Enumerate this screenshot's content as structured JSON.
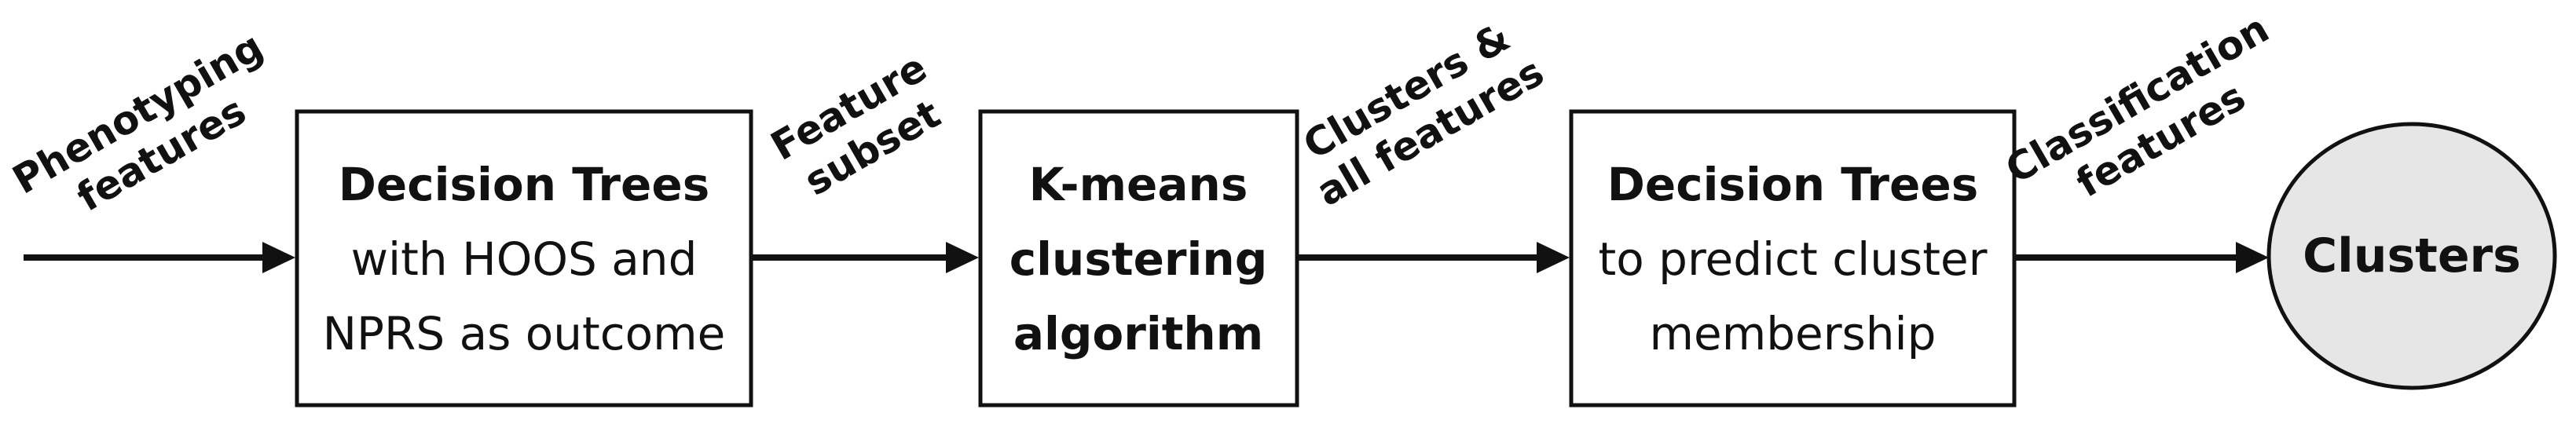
{
  "nodes": {
    "decision_trees_1": {
      "title": "Decision Trees",
      "line2": "with HOOS and",
      "line3": "NPRS as outcome"
    },
    "kmeans": {
      "line1": "K-means",
      "line2": "clustering",
      "line3": "algorithm"
    },
    "decision_trees_2": {
      "title": "Decision Trees",
      "line2": "to predict cluster",
      "line3": "membership"
    },
    "clusters": {
      "label": "Clusters"
    }
  },
  "edges": {
    "phenotyping": {
      "line1": "Phenotyping",
      "line2": "features"
    },
    "feature_subset": {
      "line1": "Feature",
      "line2": "subset"
    },
    "clusters_all": {
      "line1": "Clusters &",
      "line2": "all features"
    },
    "classification": {
      "line1": "Classification",
      "line2": "features"
    }
  },
  "colors": {
    "stroke": "#111111",
    "box_fill": "#ffffff",
    "circle_fill": "#e6e6e6"
  }
}
